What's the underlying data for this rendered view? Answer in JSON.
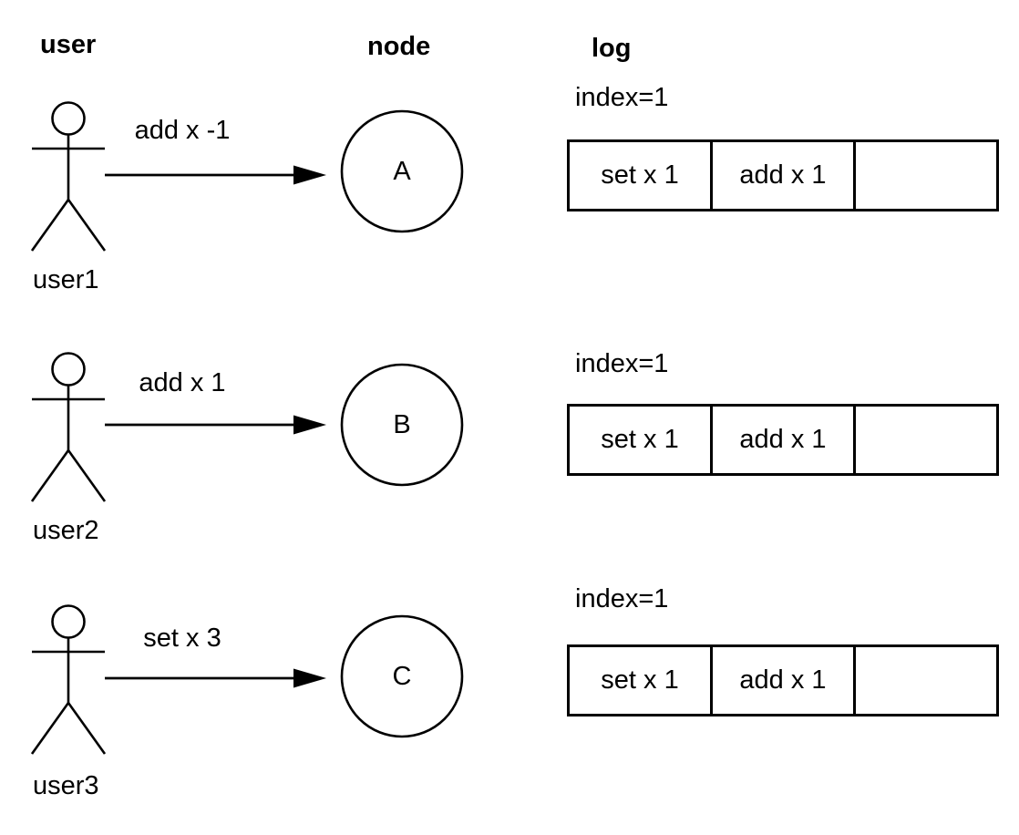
{
  "headers": {
    "user": "user",
    "node": "node",
    "log": "log"
  },
  "rows": [
    {
      "user_label": "user1",
      "command": "add x -1",
      "node_label": "A",
      "log": {
        "index_label": "index=1",
        "cells": [
          "set x 1",
          "add x 1",
          ""
        ]
      }
    },
    {
      "user_label": "user2",
      "command": "add x 1",
      "node_label": "B",
      "log": {
        "index_label": "index=1",
        "cells": [
          "set x 1",
          "add x 1",
          ""
        ]
      }
    },
    {
      "user_label": "user3",
      "command": "set x 3",
      "node_label": "C",
      "log": {
        "index_label": "index=1",
        "cells": [
          "set x 1",
          "add x 1",
          ""
        ]
      }
    }
  ],
  "colors": {
    "stroke": "#000000",
    "background": "#ffffff",
    "text": "#000000"
  }
}
